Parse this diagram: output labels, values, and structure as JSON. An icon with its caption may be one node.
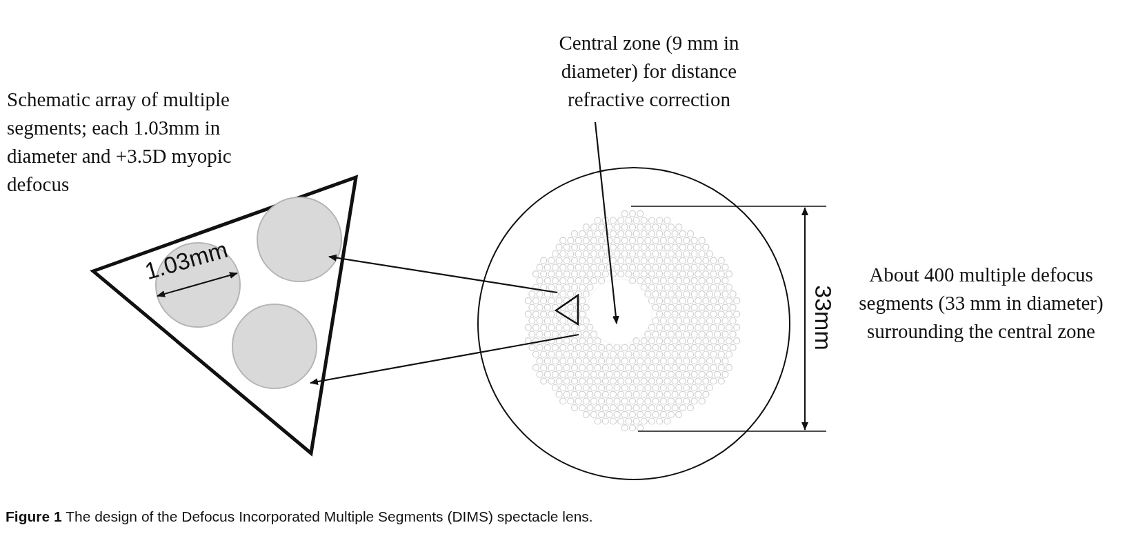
{
  "diagram": {
    "caption": "**Figure 1** The design of the Defocus Incorporated Multiple Segments (DIMS) spectacle lens.",
    "nodes": [
      {
        "text": [],
        "shape": "triangle",
        "beside": [
          "Schematic array of multiple segments; each 1.03mm in diameter and +3.5D myopic defocus"
        ]
      },
      {
        "text": [],
        "shape": "circle",
        "in": 0
      },
      {
        "text": [],
        "shape": "circle",
        "in": 0
      },
      {
        "text": [],
        "shape": "circle",
        "in": 0
      },
      {
        "text": [],
        "shape": "circle"
      },
      {
        "text": [],
        "shape": "triangle",
        "in": 4
      },
      {
        "text": [
          "Central zone (9 mm in diameter) for distance refractive correction"
        ]
      },
      {
        "text": [],
        "shape": "circle",
        "in": 4
      }
    ],
    "edges": [
      {
        "from": 5,
        "to": 1,
        "arrow": "to"
      },
      {
        "from": 5,
        "to": 3,
        "arrow": "to"
      },
      {
        "from": 6,
        "to": 7,
        "arrow": "to"
      }
    ],
    "labels": [
      "1.03mm",
      "33mm",
      "About 400 multiple defocus segments (33 mm in diameter) surrounding the central zone"
    ]
  }
}
